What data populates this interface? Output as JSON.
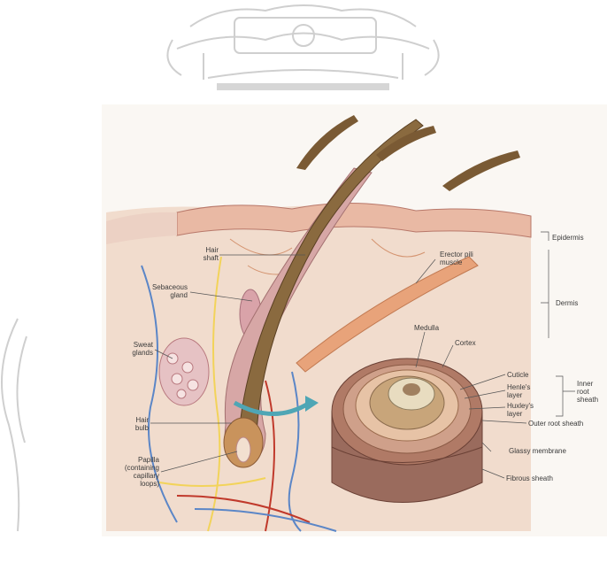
{
  "labels": {
    "epidermis": "Epidermis",
    "dermis": "Dermis",
    "hair_shaft": "Hair\nshaft",
    "arrector_pili_muscle": "Erector pili\nmuscle",
    "sebaceous_gland": "Sebaceous\ngland",
    "medulla": "Medulla",
    "cortex": "Cortex",
    "sweat_glands": "Sweat\nglands",
    "cuticle": "Cuticle",
    "henles_layer": "Henle's\nlayer",
    "huxleys_layer": "Huxley's\nlayer",
    "inner_root_sheath": "Inner\nroot\nsheath",
    "hair_bulb": "Hair\nbulb",
    "outer_root_sheath": "Outer root sheath",
    "glassy_membrane": "Glassy membrane",
    "papilla": "Papilla\n(containing\ncapillary\nloops)",
    "fibrous_sheath": "Fibrous sheath"
  },
  "colors": {
    "skin_top": "#e9b9a4",
    "dermis": "#f1dccd",
    "hair": "#8a6a3f",
    "muscle": "#e8a37a",
    "gland": "#d9a3a9",
    "vein": "#5b86c7",
    "nerve": "#f2d35a",
    "watermark": "#c9c9c9"
  }
}
